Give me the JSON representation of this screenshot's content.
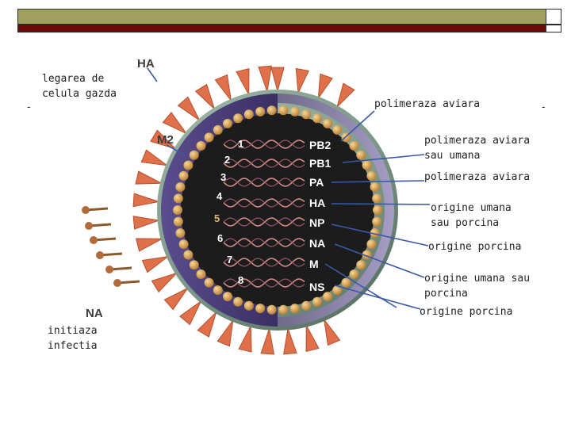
{
  "slide": {
    "colors": {
      "bar": "#a0a060",
      "accent_bar": "#6a0a0a"
    },
    "markers": [
      "-",
      "-"
    ]
  },
  "virus": {
    "protein_labels": {
      "ha": "HA",
      "m2": "M2",
      "na": "NA"
    },
    "segment_numbers": [
      "1",
      "2",
      "3",
      "4",
      "5",
      "6",
      "7",
      "8"
    ],
    "segment_names": [
      "PB2",
      "PB1",
      "PA",
      "HA",
      "NP",
      "NA",
      "M",
      "NS"
    ],
    "colors": {
      "envelope": "#7f9a8a",
      "capsid": "#4a3f7a",
      "core": "#1c1c1c",
      "bead": "#d9a45a",
      "spike": "#e0704a",
      "rna": "#d58a8a",
      "label_text": "#ffffff",
      "highlight_number": "#e8b860"
    }
  },
  "annotations": {
    "host_binding": "legarea de\ncelula gazda",
    "infection_start": "initiaza\ninfectia",
    "pb2_origin": "polimeraza aviara",
    "pb1_origin": "polimeraza aviara\nsau umana",
    "pa_origin": "polimeraza aviara",
    "ha_origin": "origine umana\nsau porcina",
    "np_origin": "origine porcina",
    "m_origin": "origine umana sau\nporcina",
    "ns_origin": "origine porcina"
  }
}
